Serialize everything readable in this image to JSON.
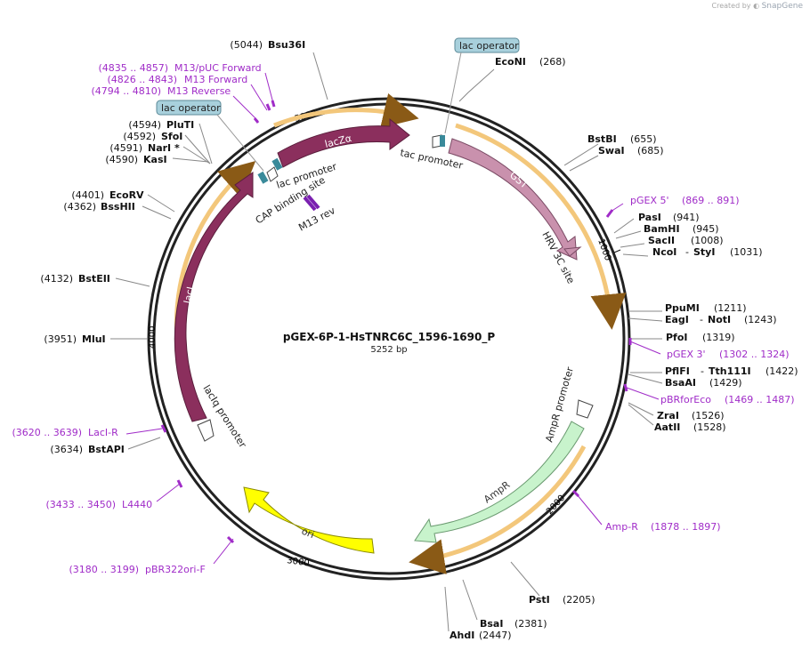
{
  "credit": {
    "prefix": "Created by",
    "brand": "SnapGene"
  },
  "plasmid": {
    "name": "pGEX-6P-1-HsTNRC6C_1596-1690_P",
    "length_label": "5252 bp",
    "length": 5252
  },
  "ticks": [
    "1000",
    "2000",
    "3000",
    "4000",
    "5000"
  ],
  "features": [
    {
      "id": "laczalpha",
      "label": "lacZα",
      "start": 4941,
      "end": 5130,
      "color": "#8b2f5d",
      "type": "arrow"
    },
    {
      "id": "laci",
      "label": "lacI",
      "start": 3630,
      "end": 4690,
      "color": "#8b2f5d",
      "type": "arrow"
    },
    {
      "id": "gst",
      "label": "GST",
      "start": 298,
      "end": 920,
      "color": "#c991ad",
      "type": "arrow"
    },
    {
      "id": "ampr",
      "label": "AmpR",
      "start": 1550,
      "end": 2290,
      "color": "#c8f3cc",
      "type": "arrow"
    },
    {
      "id": "ori",
      "label": "ori",
      "start": 2600,
      "end": 3100,
      "color": "#ffff00",
      "type": "arrow"
    }
  ],
  "features_text": {
    "tac_promoter": "tac promoter",
    "hrv_3c_site": "HRV 3C site",
    "lac_promoter": "lac promoter",
    "cap_binding_site": "CAP binding site",
    "m13_rev": "M13 rev",
    "laciq_promoter": "lacIq promoter",
    "ampr_promoter": "AmpR promoter",
    "lac_operator_top": "lac operator",
    "lac_operator_left": "lac operator"
  },
  "sites": [
    {
      "pos": "(5044)",
      "name": "Bsu36I"
    },
    {
      "pos": "(268)",
      "name": "EcoNI"
    },
    {
      "pos": "(655)",
      "name": "BstBI"
    },
    {
      "pos": "(685)",
      "name": "SwaI"
    },
    {
      "pos": "(941)",
      "name": "PasI"
    },
    {
      "pos": "(945)",
      "name": "BamHI"
    },
    {
      "pos": "(1008)",
      "name": "SacII"
    },
    {
      "pos": "(1031)",
      "name": "NcoI",
      "name2": "StyI"
    },
    {
      "pos": "(1211)",
      "name": "PpuMI"
    },
    {
      "pos": "(1243)",
      "name": "EagI",
      "name2": "NotI"
    },
    {
      "pos": "(1319)",
      "name": "PfoI"
    },
    {
      "pos": "(1422)",
      "name": "PflFI",
      "name2": "Tth111I"
    },
    {
      "pos": "(1429)",
      "name": "BsaAI"
    },
    {
      "pos": "(1526)",
      "name": "ZraI"
    },
    {
      "pos": "(1528)",
      "name": "AatII"
    },
    {
      "pos": "(2205)",
      "name": "PstI"
    },
    {
      "pos": "(2381)",
      "name": "BsaI"
    },
    {
      "pos": "(2447)",
      "name": "AhdI"
    },
    {
      "pos": "(3634)",
      "name": "BstAPI"
    },
    {
      "pos": "(3951)",
      "name": "MluI"
    },
    {
      "pos": "(4132)",
      "name": "BstEII"
    },
    {
      "pos": "(4362)",
      "name": "BssHII"
    },
    {
      "pos": "(4401)",
      "name": "EcoRV"
    },
    {
      "pos": "(4590)",
      "name": "KasI"
    },
    {
      "pos": "(4591)",
      "name": "NarI *"
    },
    {
      "pos": "(4592)",
      "name": "SfoI"
    },
    {
      "pos": "(4594)",
      "name": "PluTI"
    }
  ],
  "primers": [
    {
      "name": "M13/pUC Forward",
      "range": "(4835 .. 4857)"
    },
    {
      "name": "M13 Forward",
      "range": "(4826 .. 4843)"
    },
    {
      "name": "M13 Reverse",
      "range": "(4794 .. 4810)"
    },
    {
      "name": "pGEX 5'",
      "range": "(869 .. 891)"
    },
    {
      "name": "pGEX 3'",
      "range": "(1302 .. 1324)"
    },
    {
      "name": "pBRforEco",
      "range": "(1469 .. 1487)"
    },
    {
      "name": "Amp-R",
      "range": "(1878 .. 1897)"
    },
    {
      "name": "LacI-R",
      "range": "(3620 .. 3639)"
    },
    {
      "name": "L4440",
      "range": "(3433 .. 3450)"
    },
    {
      "name": "pBR322ori-F",
      "range": "(3180 .. 3199)"
    }
  ],
  "colors": {
    "primer": "#a02cc8",
    "orf": "#f5a623",
    "operator": "#a8d0dc",
    "backbone": "#222222"
  }
}
